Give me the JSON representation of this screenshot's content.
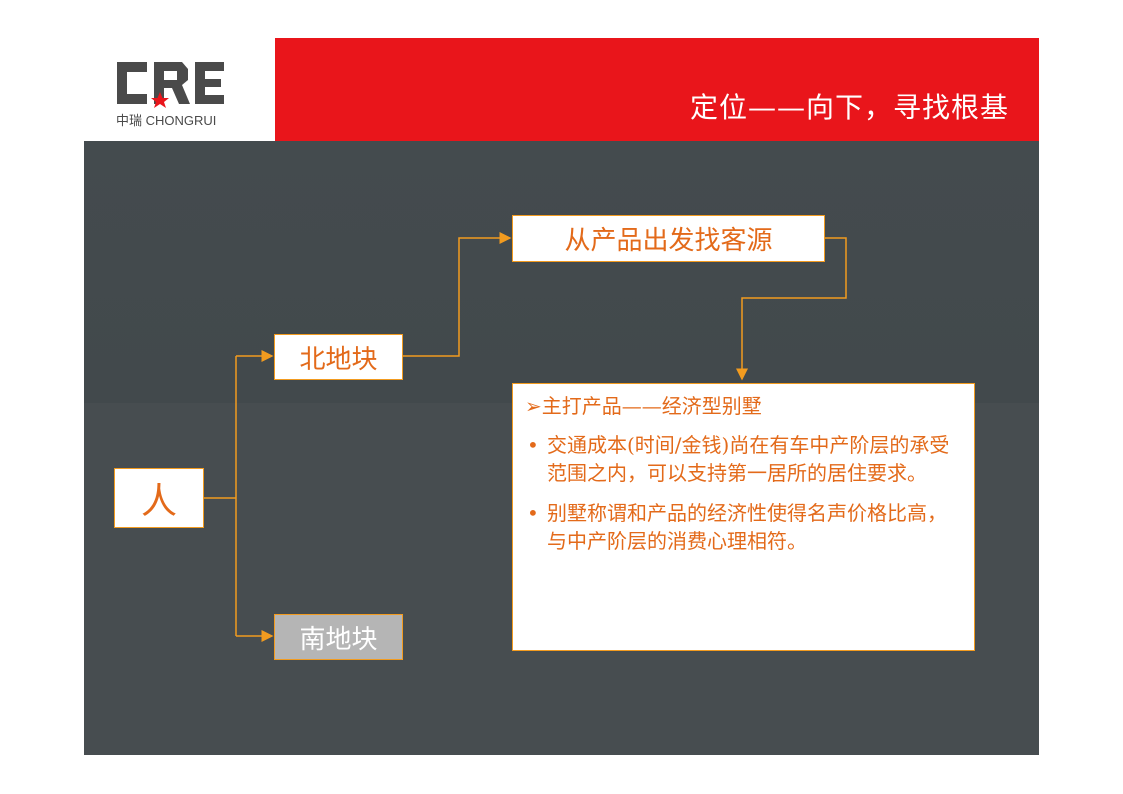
{
  "logo": {
    "mark": "CRE",
    "text": "中瑞 CHONGRUI"
  },
  "header": {
    "title": "定位——向下，寻找根基"
  },
  "colors": {
    "header_red": "#e9151b",
    "accent_orange": "#f29b1f",
    "text_orange": "#e36a1a",
    "background_dark": "#444b4e"
  },
  "diagram": {
    "root": "人",
    "north": "北地块",
    "south": "南地块",
    "source": "从产品出发找客源",
    "detail": {
      "heading_marker": "➢",
      "heading": "主打产品——经济型别墅",
      "bullets": [
        "交通成本(时间/金钱)尚在有车中产阶层的承受范围之内，可以支持第一居所的居住要求。",
        "别墅称谓和产品的经济性使得名声价格比高，与中产阶层的消费心理相符。"
      ]
    }
  }
}
